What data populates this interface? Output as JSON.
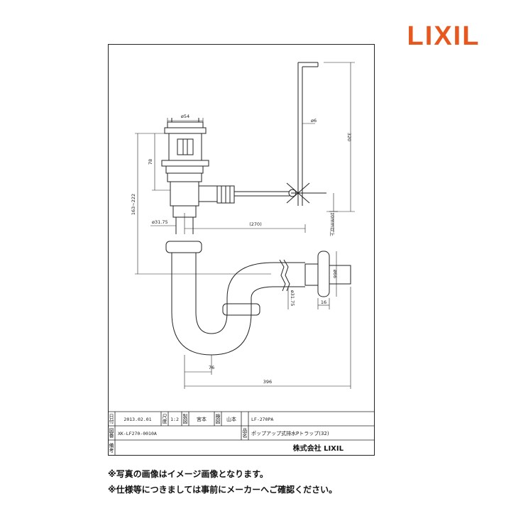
{
  "logo": {
    "text": "LIXIL",
    "color": "#e8571e"
  },
  "dimensions": {
    "d54": "ø54",
    "d78": "78",
    "d163_222": "163~222",
    "d3175_top": "ø31.75",
    "d270": "(270)",
    "d6": "ø6",
    "d320": "320",
    "d10": "10mm以上",
    "d66": "ø66",
    "d3175_trap": "ø31.75",
    "d16": "16",
    "d76": "76",
    "d396": "396"
  },
  "title_block": {
    "row1": {
      "label_date": "日付",
      "date": "2013.02.01",
      "label_scale": "尺度",
      "scale": "1:2",
      "label_drawn": "製図",
      "drawn": "宮本",
      "label_check": "検図",
      "check": "山本",
      "product_code": "LF-270PA"
    },
    "row2": {
      "label_drawing_no": "図番",
      "drawing_no": "XK-LF270-0010A",
      "label_name": "品名",
      "name": "ポップアップ式排水Pトラップ(32)"
    },
    "row3": {
      "label_notes": "備考",
      "company": "株式会社 LIXIL"
    }
  },
  "notes": [
    "※写真の画像はイメージ画像となります。",
    "※仕様等につきましては事前にメーカーへご確認ください。"
  ]
}
